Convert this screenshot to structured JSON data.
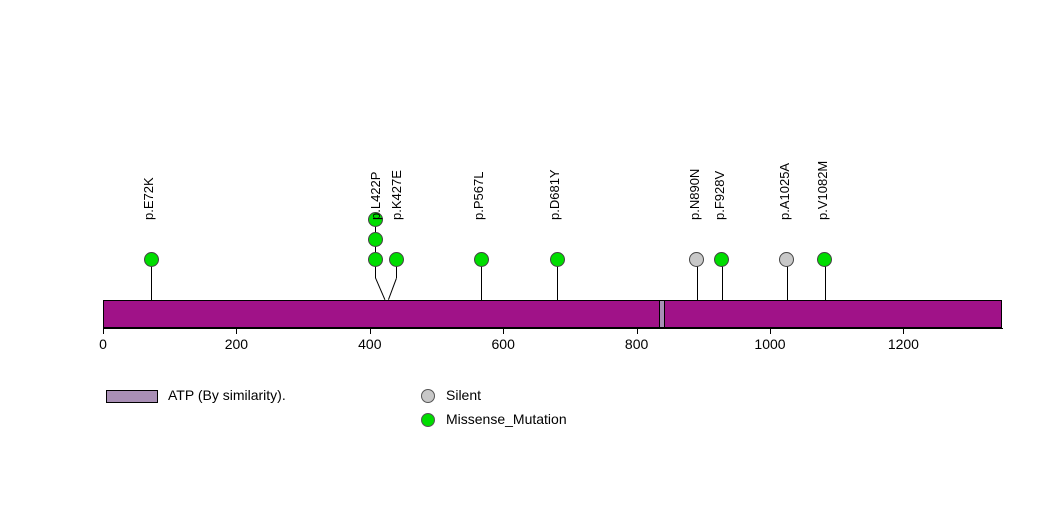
{
  "chart_data": {
    "type": "lollipop",
    "title": "",
    "xlabel": "",
    "ylabel": "",
    "protein_length": 1348,
    "xlim": [
      0,
      1348
    ],
    "axis_ticks": [
      0,
      200,
      400,
      600,
      800,
      1000,
      1200
    ],
    "axis_tick_labels": [
      "0",
      "200",
      "400",
      "600",
      "800",
      "1000",
      "1200"
    ],
    "grid": false,
    "legend_position": "bottom",
    "protein_bar_color": "#a01288",
    "mutations": [
      {
        "label": "p.E72K",
        "position": 72,
        "count": 1,
        "type": "Missense_Mutation",
        "color": "#00dd00"
      },
      {
        "label": "p.L422P",
        "position": 422,
        "count": 3,
        "type": "Missense_Mutation",
        "color": "#00dd00"
      },
      {
        "label": "p.K427E",
        "position": 427,
        "count": 1,
        "type": "Missense_Mutation",
        "color": "#00dd00"
      },
      {
        "label": "p.P567L",
        "position": 567,
        "count": 1,
        "type": "Missense_Mutation",
        "color": "#00dd00"
      },
      {
        "label": "p.D681Y",
        "position": 681,
        "count": 1,
        "type": "Missense_Mutation",
        "color": "#00dd00"
      },
      {
        "label": "p.N890N",
        "position": 890,
        "count": 1,
        "type": "Silent",
        "color": "#c8c8c8"
      },
      {
        "label": "p.F928V",
        "position": 928,
        "count": 1,
        "type": "Missense_Mutation",
        "color": "#00dd00"
      },
      {
        "label": "p.A1025A",
        "position": 1025,
        "count": 1,
        "type": "Silent",
        "color": "#c8c8c8"
      },
      {
        "label": "p.V1082M",
        "position": 1082,
        "count": 1,
        "type": "Missense_Mutation",
        "color": "#00dd00"
      }
    ],
    "domains": [
      {
        "label": "ATP (By similarity).",
        "start": 832,
        "end": 841,
        "color": "#a98fb5"
      }
    ]
  },
  "legend": {
    "domain_entries": [
      {
        "label": "ATP (By similarity).",
        "color": "#a98fb5"
      }
    ],
    "mutation_entries": [
      {
        "label": "Silent",
        "color": "#c8c8c8"
      },
      {
        "label": "Missense_Mutation",
        "color": "#00dd00"
      }
    ]
  }
}
